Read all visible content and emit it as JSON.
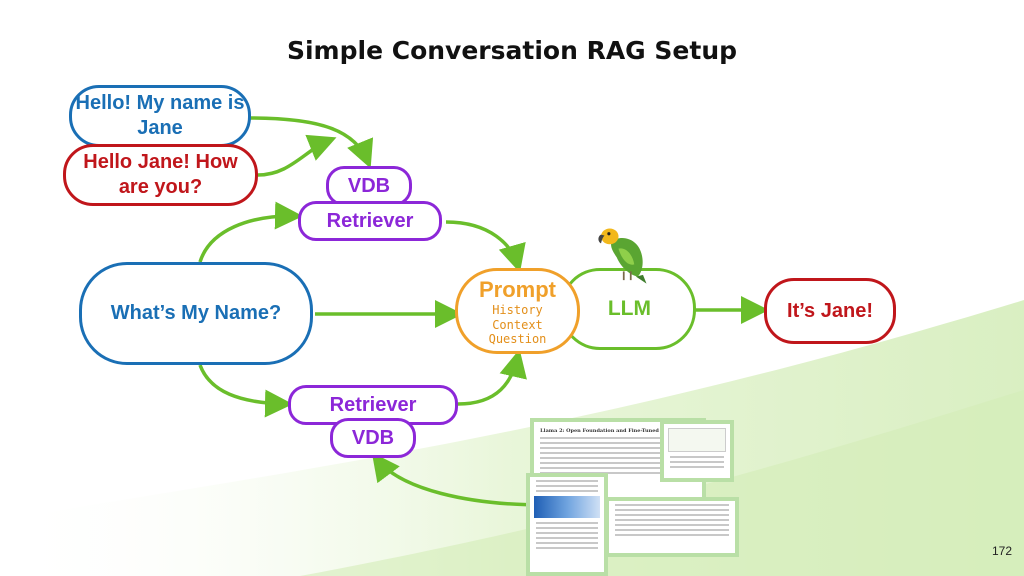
{
  "title": "Simple Conversation RAG Setup",
  "nodes": {
    "hello_my": "Hello! My name is Jane",
    "hello_jane": "Hello Jane! How are you?",
    "vdb_top": "VDB",
    "retriever_top": "Retriever",
    "question": "What’s My Name?",
    "prompt": "Prompt",
    "prompt_items": [
      "History",
      "Context",
      "Question"
    ],
    "llm": "LLM",
    "answer": "It’s Jane!",
    "retriever_bottom": "Retriever",
    "vdb_bottom": "VDB"
  },
  "document": {
    "title": "Llama 2: Open Foundation and Fine-Tuned Chat Models"
  },
  "colors": {
    "blue": "#1a6fb5",
    "red": "#c0161b",
    "green": "#6abe2b",
    "purple": "#8c27d8",
    "orange": "#f0a02a"
  },
  "page_number": "172"
}
